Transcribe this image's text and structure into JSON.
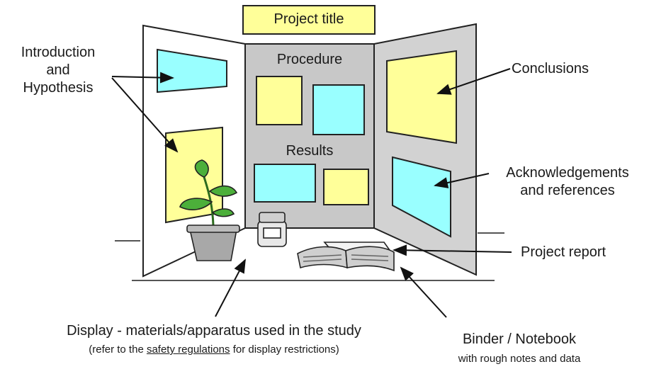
{
  "title": "Project title",
  "panels": {
    "procedure": "Procedure",
    "results": "Results"
  },
  "callouts": {
    "intro_line1": "Introduction",
    "intro_line2": "and",
    "intro_line3": "Hypothesis",
    "conclusions": "Conclusions",
    "ack_line1": "Acknowledgements",
    "ack_line2": "and references",
    "report": "Project report",
    "display": "Display - materials/apparatus used in the study",
    "display_note_pre": "(refer to the ",
    "display_note_link": "safety regulations",
    "display_note_post": " for display restrictions)",
    "binder_line1": "Binder / Notebook",
    "binder_line2": "with rough notes and data"
  },
  "colors": {
    "yellow": "#ffff99",
    "cyan": "#99ffff",
    "board_center": "#c8c8c8",
    "board_wing": "#d2d2d2",
    "leaf": "#4caf3a"
  }
}
